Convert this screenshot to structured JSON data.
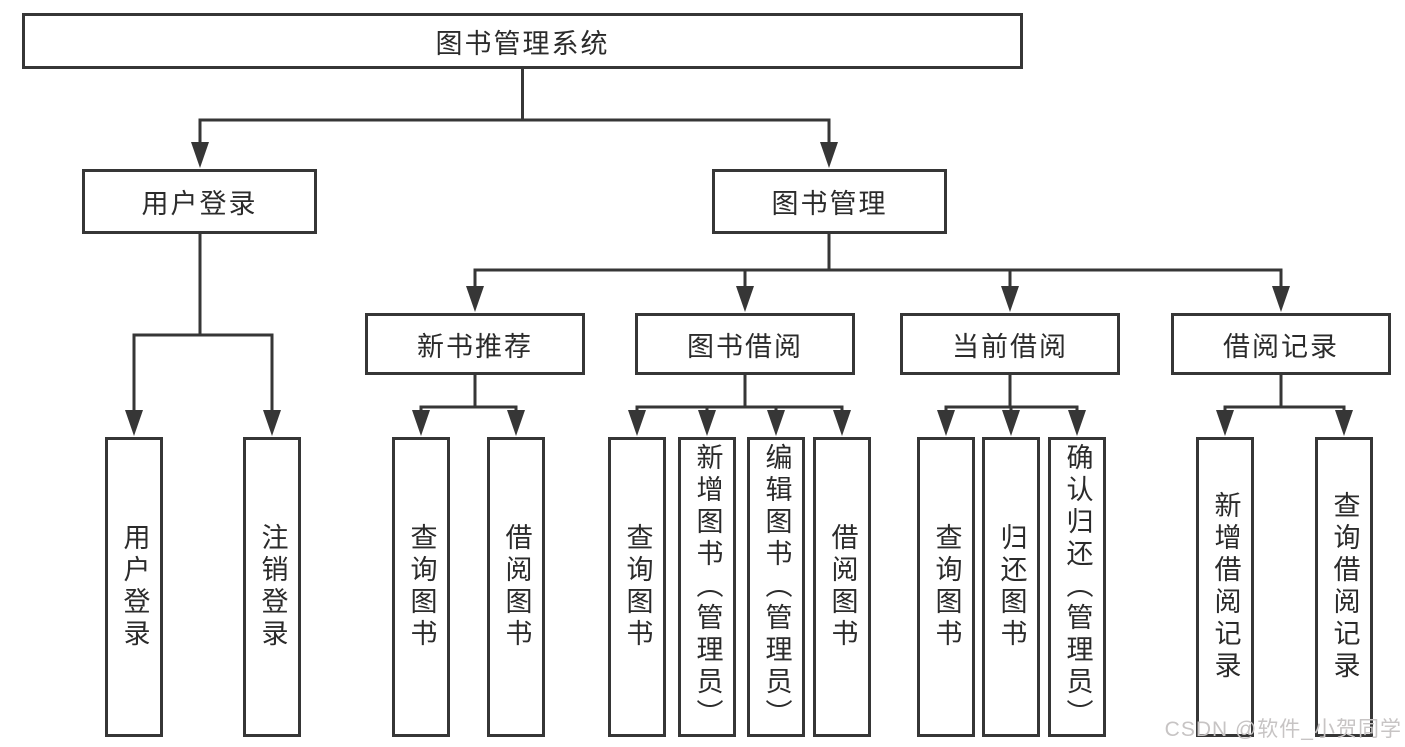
{
  "diagram": {
    "root": {
      "label": "图书管理系统"
    },
    "level2": [
      {
        "label": "用户登录"
      },
      {
        "label": "图书管理"
      }
    ],
    "level3": [
      {
        "label": "新书推荐"
      },
      {
        "label": "图书借阅"
      },
      {
        "label": "当前借阅"
      },
      {
        "label": "借阅记录"
      }
    ],
    "leaves": {
      "user_login": [
        {
          "label": "用户登录"
        },
        {
          "label": "注销登录"
        }
      ],
      "new_book": [
        {
          "label": "查询图书"
        },
        {
          "label": "借阅图书"
        }
      ],
      "book_borrow": [
        {
          "label": "查询图书"
        },
        {
          "label": "新增图书（管理员）"
        },
        {
          "label": "编辑图书（管理员）"
        },
        {
          "label": "借阅图书"
        }
      ],
      "current_borrow": [
        {
          "label": "查询图书"
        },
        {
          "label": "归还图书"
        },
        {
          "label": "确认归还（管理员）"
        }
      ],
      "borrow_records": [
        {
          "label": "新增借阅记录"
        },
        {
          "label": "查询借阅记录"
        }
      ]
    }
  },
  "watermark": {
    "text": "CSDN @软件_小贺同学"
  },
  "colors": {
    "line": "#363636",
    "border": "#363636",
    "text": "#2b2b2b",
    "watermark": "#c7c4c4",
    "background": "#ffffff"
  }
}
